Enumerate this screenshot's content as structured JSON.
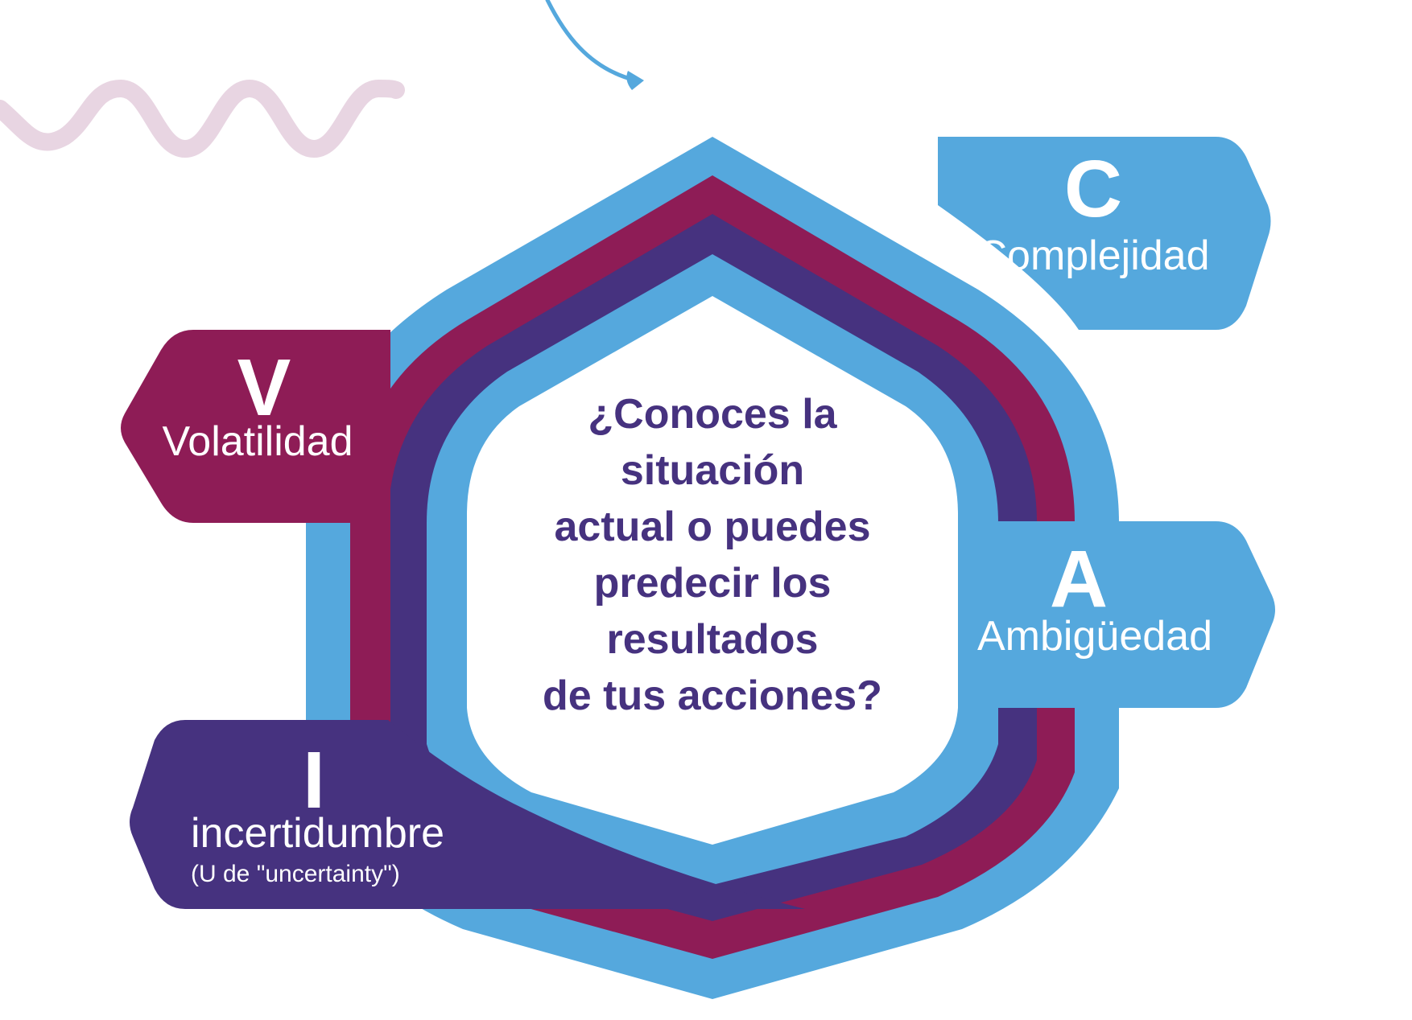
{
  "colors": {
    "light_blue": "#55a8dd",
    "magenta": "#8e1c56",
    "purple": "#46327f",
    "squiggle": "#e8d5e2",
    "white": "#ffffff"
  },
  "labels": {
    "c": {
      "letter": "C",
      "word": "Complejidad"
    },
    "v": {
      "letter": "V",
      "word": "Volatilidad"
    },
    "a": {
      "letter": "A",
      "word": "Ambigüedad"
    },
    "i": {
      "letter": "I",
      "word": "incertidumbre",
      "note": "(U de \"uncertainty\")"
    }
  },
  "question": {
    "lines": [
      "¿Conoces la",
      "situación",
      "actual o puedes",
      "predecir los",
      "resultados",
      "de tus acciones?"
    ]
  }
}
